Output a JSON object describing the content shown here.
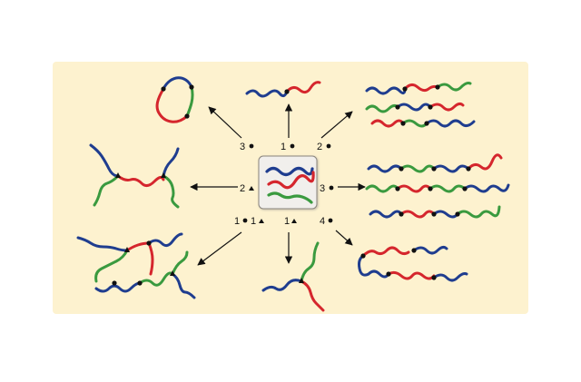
{
  "figure": {
    "background_color": "#fdf2cf",
    "center_box_color": "#f1efec",
    "colors": {
      "blue": "#1f3d8f",
      "red": "#d5262d",
      "green": "#3a9a3f",
      "junction": "#111111"
    },
    "center_strands": [
      "blue",
      "red",
      "green"
    ],
    "labels": {
      "top_left": "3",
      "top": "1",
      "top_right": "2",
      "left": "2",
      "right": "3",
      "bottom_left_a": "1",
      "bottom_left_b": "1",
      "bottom": "1",
      "bottom_right": "4"
    },
    "label_symbols": {
      "top_left": "circle",
      "top": "circle",
      "top_right": "circle",
      "left": "triangle",
      "right": "circle",
      "bottom_left_a": "circle",
      "bottom_left_b": "triangle",
      "bottom": "triangle",
      "bottom_right": "circle"
    }
  }
}
